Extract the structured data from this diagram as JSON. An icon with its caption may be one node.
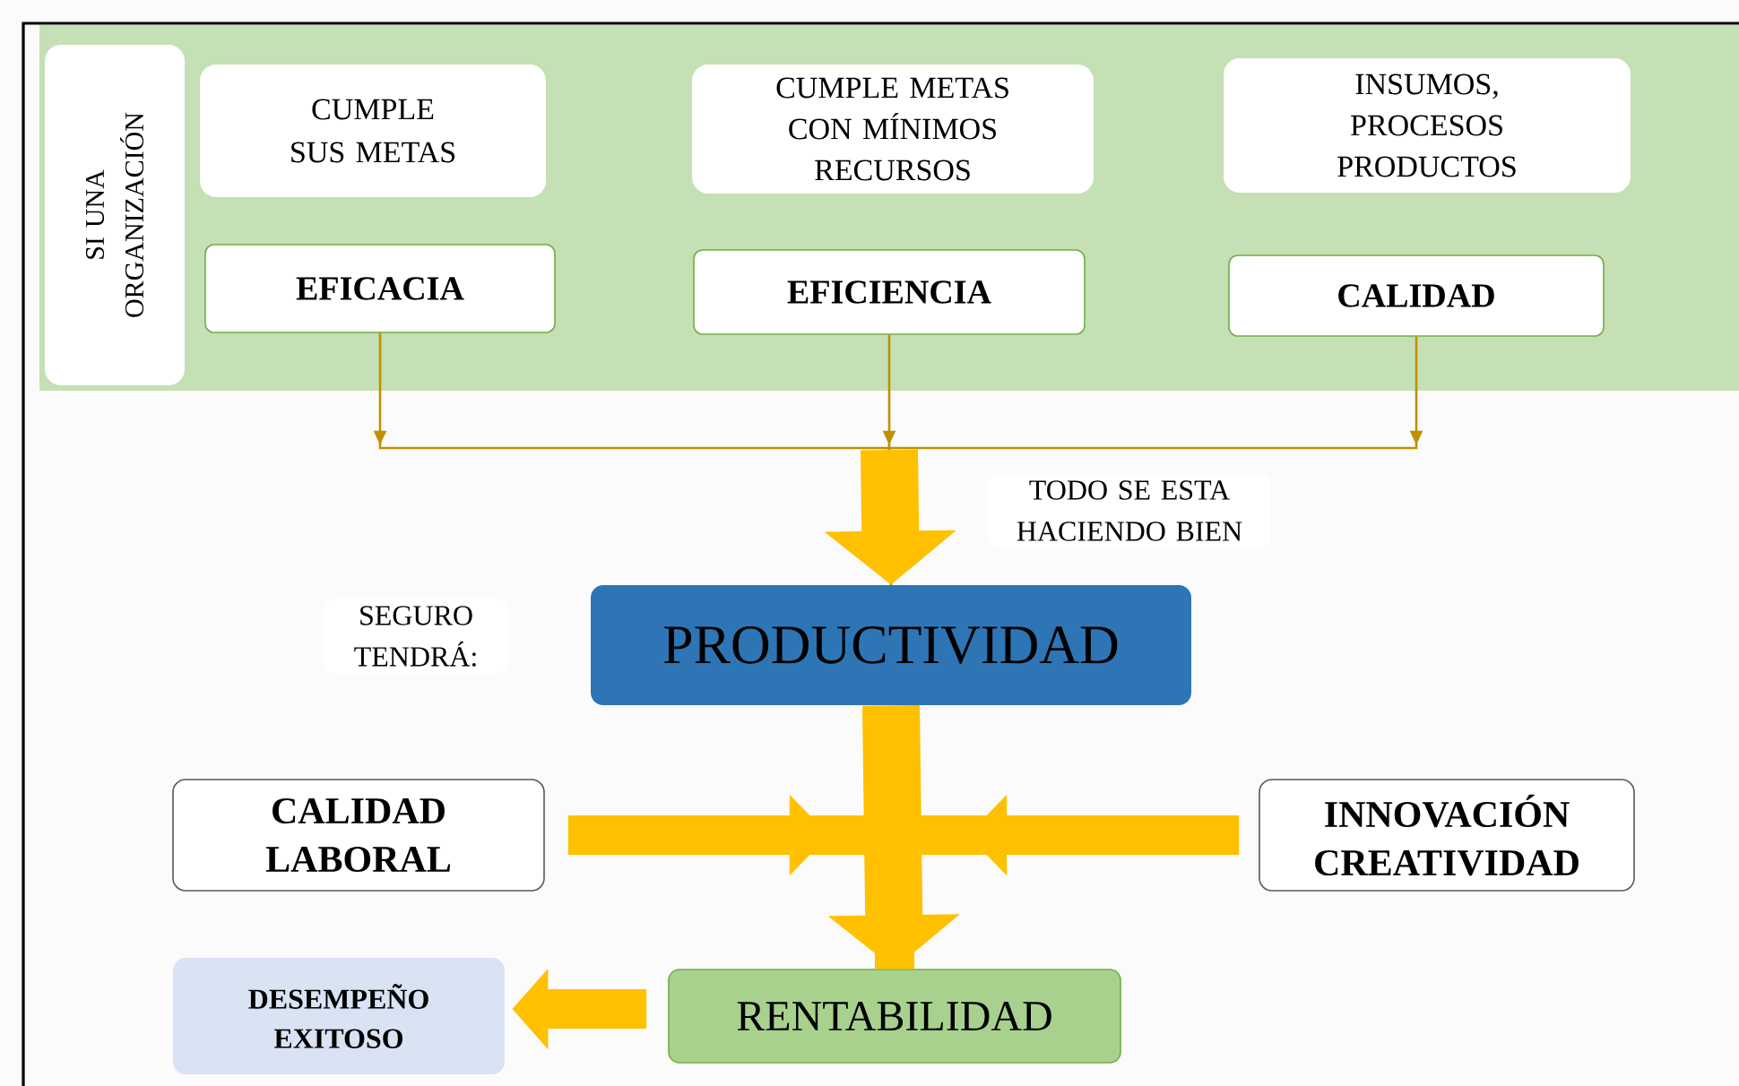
{
  "diagram": {
    "nodes": [
      {
        "text": [],
        "shape": "box"
      },
      {
        "text": [
          "SI UNA ORGANIZACIÓN"
        ],
        "in": 0
      },
      {
        "text": [
          "CUMPLE SUS METAS"
        ],
        "in": 0
      },
      {
        "text": [
          "CUMPLE METAS CON MÍNIMOS RECURSOS"
        ],
        "in": 0
      },
      {
        "text": [
          "INSUMOS, PROCESOS PRODUCTOS"
        ],
        "in": 0
      },
      {
        "text": [
          "EFICACIA"
        ],
        "in": 0
      },
      {
        "text": [
          "EFICIENCIA"
        ],
        "in": 0
      },
      {
        "text": [
          "CALIDAD"
        ],
        "in": 0
      },
      {
        "text": [
          "PRODUCTIVIDAD"
        ]
      },
      {
        "text": [
          "CALIDAD LABORAL"
        ]
      },
      {
        "text": [
          "INNOVACIÓN CREATIVIDAD"
        ]
      },
      {
        "text": [
          "RENTABILIDAD"
        ]
      },
      {
        "text": [
          "DESEMPEÑO EXITOSO"
        ]
      }
    ],
    "edges": [
      {
        "from": 5,
        "to": 8,
        "arrow": "to"
      },
      {
        "from": 6,
        "to": 8,
        "arrow": "to"
      },
      {
        "from": 7,
        "to": 8,
        "arrow": "to"
      },
      {
        "from": 8,
        "to": 11,
        "arrow": "to"
      },
      {
        "from": 9,
        "to": 11,
        "arrow": "to"
      },
      {
        "from": 10,
        "to": 11,
        "arrow": "to"
      },
      {
        "from": 11,
        "to": 12,
        "arrow": "to"
      }
    ],
    "labels": [
      "TODO SE ESTA HACIENDO BIEN",
      "SEGURO TENDRÁ:"
    ]
  }
}
